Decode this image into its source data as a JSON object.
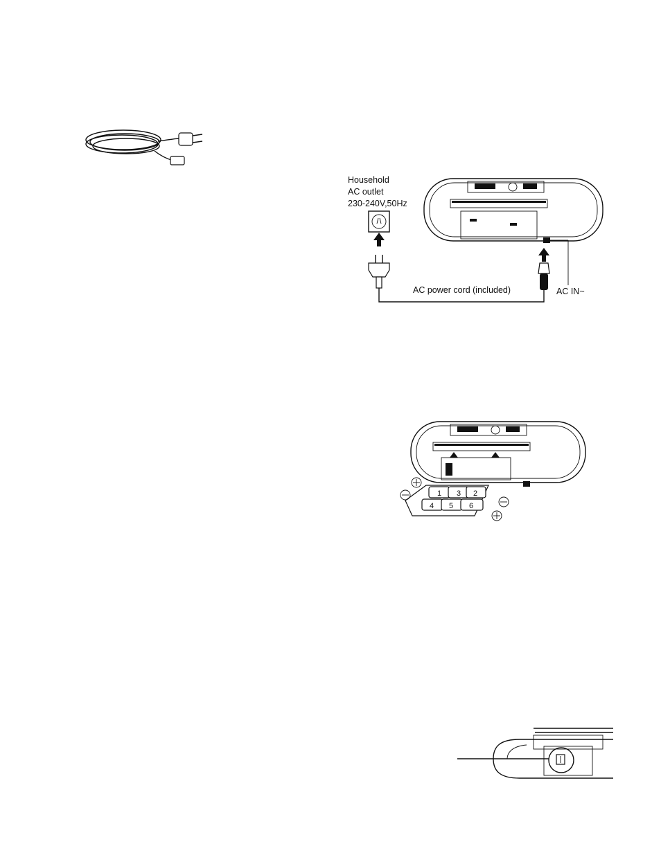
{
  "power_connection": {
    "outlet_line1": "Household",
    "outlet_line2": "AC outlet",
    "outlet_spec": "230-240V,50Hz",
    "cord_label": "AC power cord (included)",
    "jack_label": "AC IN~"
  },
  "battery_figure": {
    "battery_numbers": [
      "1",
      "3",
      "2",
      "4",
      "5",
      "6"
    ]
  }
}
